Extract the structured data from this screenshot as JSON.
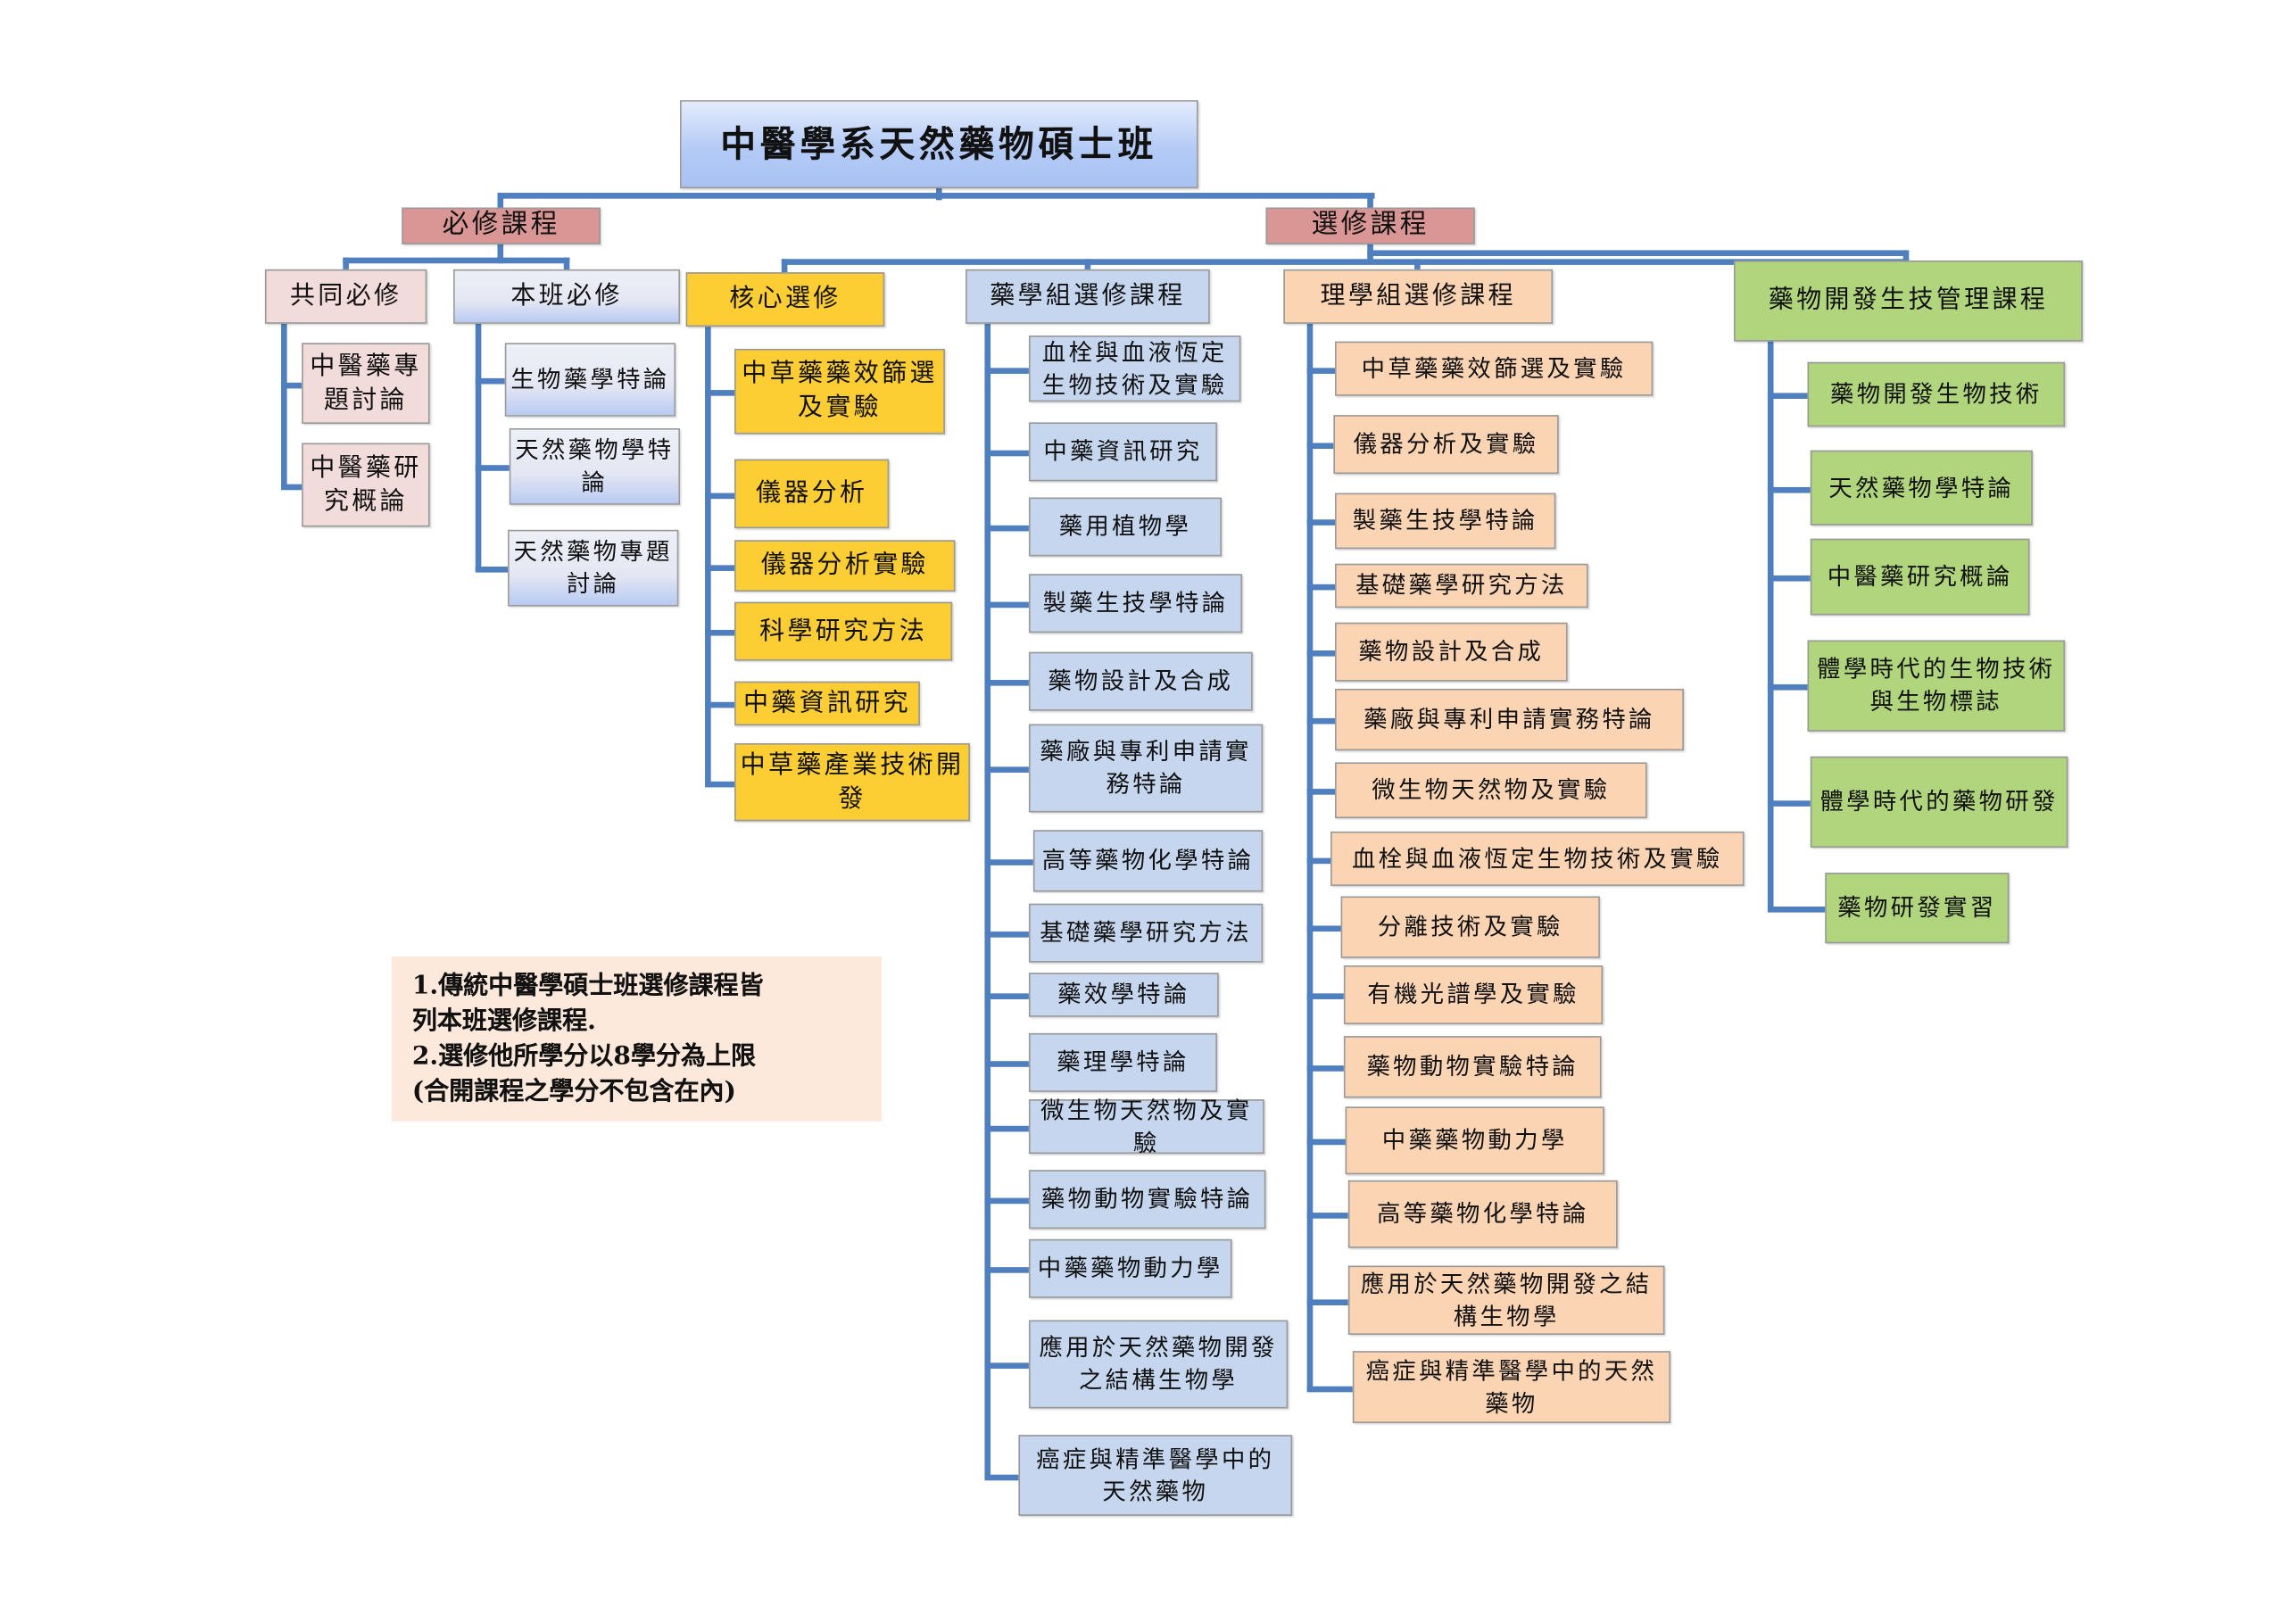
{
  "title": "中醫學系天然藥物碩士班",
  "required": {
    "label": "必修課程",
    "common": {
      "label": "共同必修",
      "items": [
        "中醫藥專題討論",
        "中醫藥研究概論"
      ]
    },
    "class": {
      "label": "本班必修",
      "items": [
        "生物藥學特論",
        "天然藥物學特論",
        "天然藥物專題討論"
      ]
    }
  },
  "elective": {
    "label": "選修課程",
    "core": {
      "label": "核心選修",
      "items": [
        "中草藥藥效篩選及實驗",
        "儀器分析",
        "儀器分析實驗",
        "科學研究方法",
        "中藥資訊研究",
        "中草藥產業技術開發"
      ]
    },
    "pharmacy": {
      "label": "藥學組選修課程",
      "items": [
        "血栓與血液恆定生物技術及實驗",
        "中藥資訊研究",
        "藥用植物學",
        "製藥生技學特論",
        "藥物設計及合成",
        "藥廠與專利申請實務特論",
        "高等藥物化學特論",
        "基礎藥學研究方法",
        "藥效學特論",
        "藥理學特論",
        "微生物天然物及實驗",
        "藥物動物實驗特論",
        "中藥藥物動力學",
        "應用於天然藥物開發之結構生物學",
        "癌症與精準醫學中的天然藥物"
      ]
    },
    "science": {
      "label": "理學組選修課程",
      "items": [
        "中草藥藥效篩選及實驗",
        "儀器分析及實驗",
        "製藥生技學特論",
        "基礎藥學研究方法",
        "藥物設計及合成",
        "藥廠與專利申請實務特論",
        "微生物天然物及實驗",
        "血栓與血液恆定生物技術及實驗",
        "分離技術及實驗",
        "有機光譜學及實驗",
        "藥物動物實驗特論",
        "中藥藥物動力學",
        "高等藥物化學特論",
        "應用於天然藥物開發之結構生物學",
        "癌症與精準醫學中的天然藥物"
      ]
    },
    "biotech": {
      "label": "藥物開發生技管理課程",
      "items": [
        "藥物開發生物技術",
        "天然藥物學特論",
        "中醫藥研究概論",
        "體學時代的生物技術與生物標誌",
        "體學時代的藥物研發",
        "藥物研發實習"
      ]
    }
  },
  "notes": [
    "1.傳統中醫學碩士班選修課程皆",
    "列本班選修課程.",
    "2.選修他所學分以8學分為上限",
    "(合開課程之學分不包含在內)"
  ]
}
